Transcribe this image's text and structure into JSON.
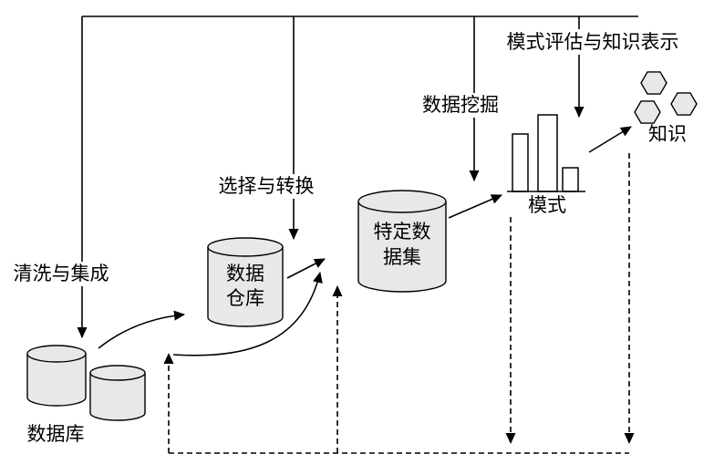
{
  "diagram": {
    "labels": {
      "cleaning_integration": "清洗与集成",
      "databases": "数据库",
      "warehouse_line1": "数据",
      "warehouse_line2": "仓库",
      "selection_transformation": "选择与转换",
      "task_data_line1": "特定数",
      "task_data_line2": "据集",
      "data_mining": "数据挖掘",
      "pattern_evaluation": "模式评估与知识表示",
      "patterns": "模式",
      "knowledge": "知识"
    },
    "colors": {
      "line": "#000000",
      "shape_fill": "#e8e8e8",
      "bar_fill": "#ffffff",
      "background": "#ffffff"
    }
  }
}
